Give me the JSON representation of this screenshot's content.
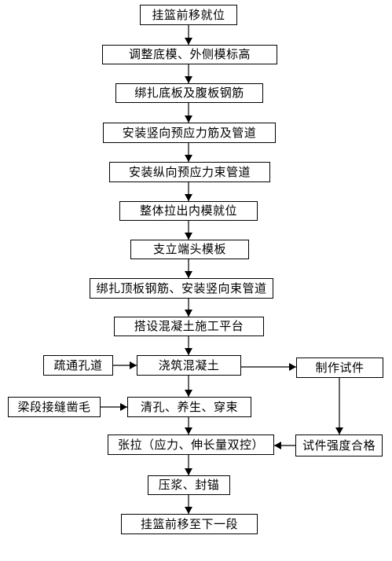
{
  "steps": {
    "s1": "挂篮前移就位",
    "s2": "调整底模、外侧模标高",
    "s3": "绑扎底板及腹板钢筋",
    "s4": "安装竖向预应力筋及管道",
    "s5": "安装纵向预应力束管道",
    "s6": "整体拉出内模就位",
    "s7": "支立端头模板",
    "s8": "绑扎顶板钢筋、安装竖向束管道",
    "s9": "搭设混凝土施工平台",
    "s10": "浇筑混凝土",
    "s11": "清孔、养生、穿束",
    "s12": "张拉（应力、伸长量双控）",
    "s13": "压浆、封锚",
    "s14": "挂篮前移至下一段"
  },
  "side": {
    "dredge": "疏通孔道",
    "joint": "梁段接缝凿毛",
    "specimen": "制作试件",
    "strength": "试件强度合格"
  },
  "colors": {
    "line": "#000000",
    "box_border": "#000000",
    "background": "#ffffff"
  }
}
